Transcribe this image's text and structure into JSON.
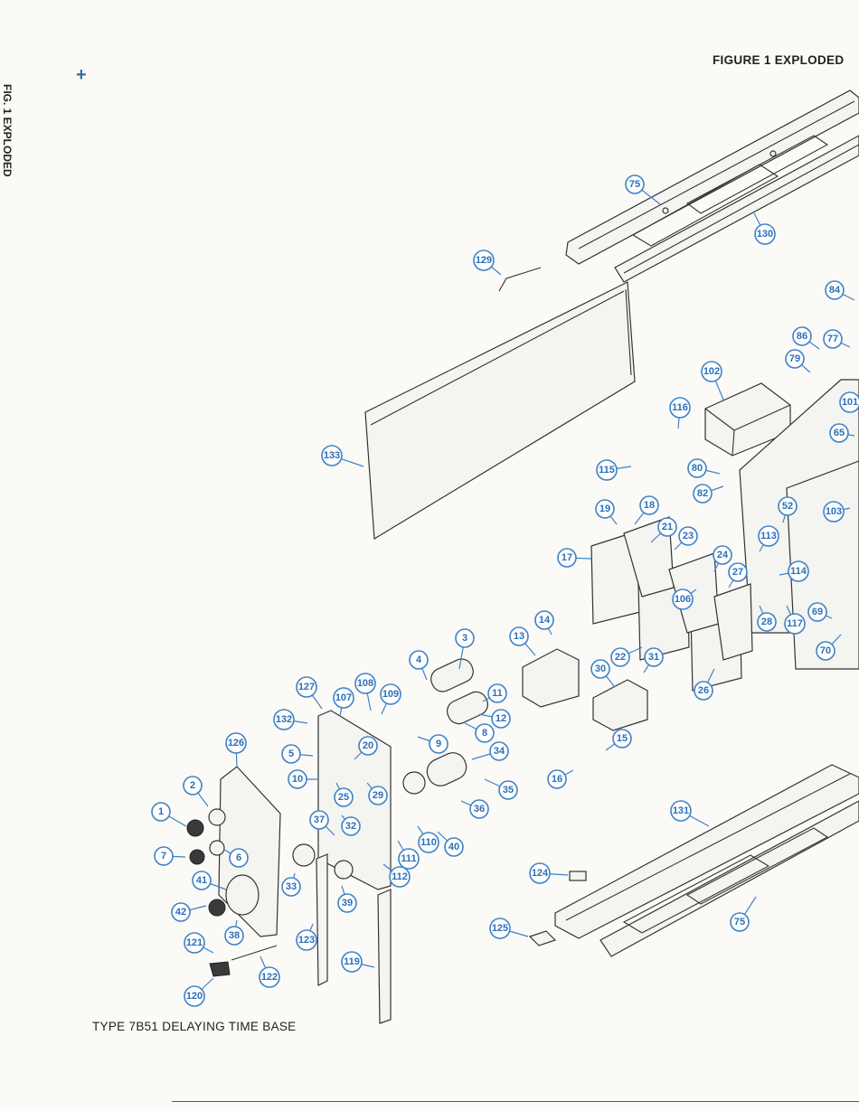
{
  "figure_title": "FIGURE 1  EXPLODED",
  "side_tab": "FIG. 1  EXPLODED",
  "caption": "TYPE 7B51  DELAYING TIME BASE",
  "registration_mark": "+",
  "callouts": [
    "1",
    "2",
    "3",
    "4",
    "5",
    "6",
    "7",
    "8",
    "9",
    "10",
    "11",
    "12",
    "13",
    "14",
    "15",
    "16",
    "17",
    "18",
    "19",
    "20",
    "21",
    "22",
    "23",
    "24",
    "25",
    "26",
    "27",
    "28",
    "29",
    "30",
    "31",
    "32",
    "33",
    "34",
    "35",
    "36",
    "37",
    "38",
    "39",
    "40",
    "41",
    "42",
    "52",
    "65",
    "69",
    "70",
    "75",
    "75",
    "77",
    "79",
    "80",
    "82",
    "84",
    "86",
    "101",
    "102",
    "103",
    "106",
    "107",
    "108",
    "109",
    "110",
    "111",
    "112",
    "113",
    "114",
    "115",
    "116",
    "117",
    "119",
    "120",
    "121",
    "122",
    "123",
    "124",
    "125",
    "126",
    "127",
    "129",
    "130",
    "131",
    "132",
    "133"
  ],
  "colors": {
    "callout_blue": "#3d82c8",
    "ink": "#333333",
    "paper": "#fbfaf6"
  }
}
